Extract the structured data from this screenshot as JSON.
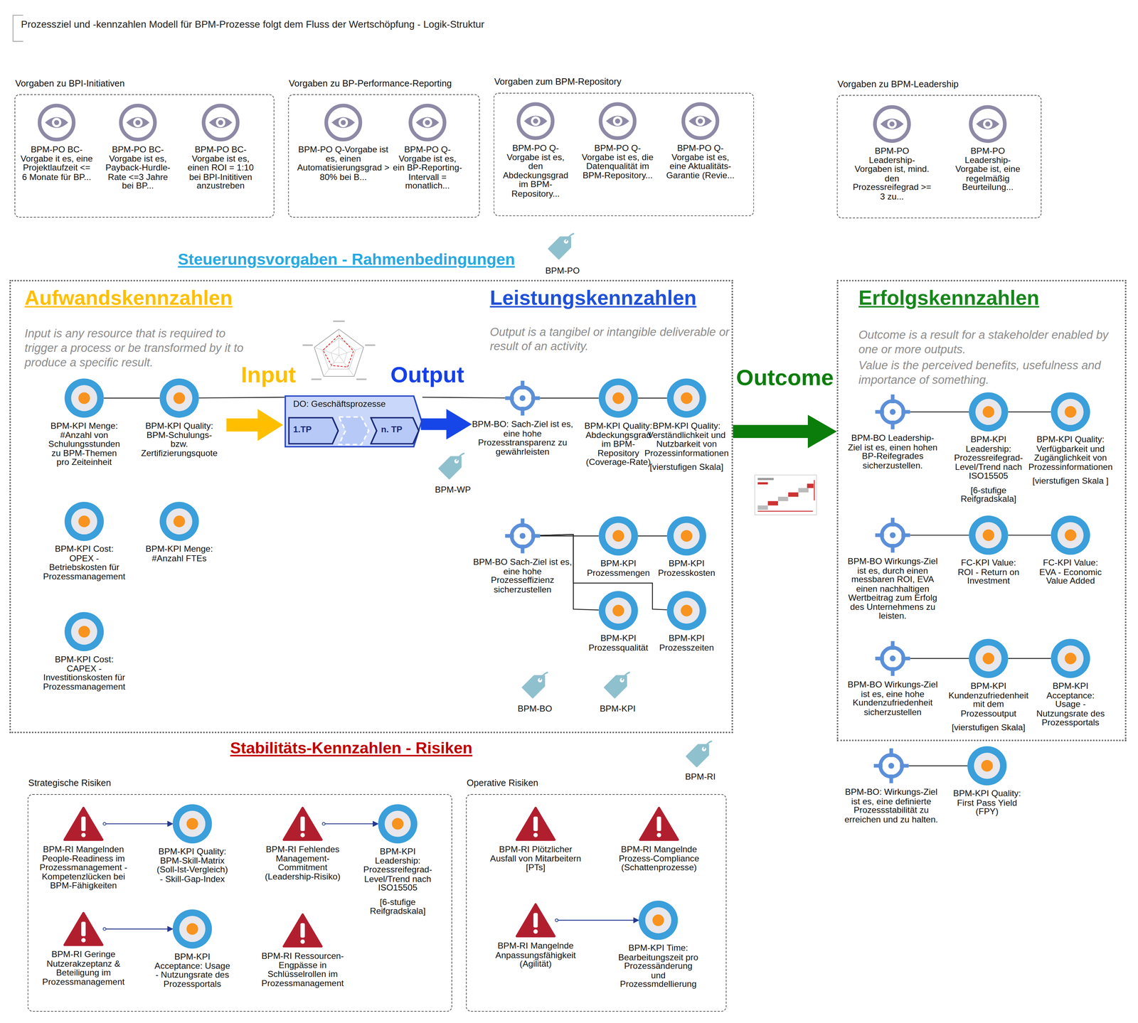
{
  "diagram": {
    "title": "Prozessziel und -kennzahlen Modell für BPM-Prozesse folgt dem Fluss der Wertschöpfung - Logik-Struktur",
    "nodes": [
      {
        "text": [
          "Vorgaben zu BPI-Initiativen"
        ]
      },
      {
        "text": [
          "BPM-PO BC-Vorgabe it es, eine Projektlaufzeit <= 6 Monate für BP..."
        ],
        "in": 0
      },
      {
        "text": [
          "BPM-PO BC-Vorgabe ist es, Payback-Hurdle-Rate <=3 Jahre bei BP..."
        ],
        "in": 0
      },
      {
        "text": [
          "BPM-PO BC-Vorgabe ist es, einen ROI = 1:10 bei BPI-Inititiven anzustreben"
        ],
        "in": 0
      },
      {
        "text": [
          "Vorgaben zu BP-Performance-Reporting"
        ]
      },
      {
        "text": [
          "BPM-PO Q-Vorgabe ist es, einen Automatisierungsgrad > 80% bei B..."
        ],
        "in": 4
      },
      {
        "text": [
          "BPM-PO Q-Vorgabe ist es, ein BP-Reporting-Intervall = monatlich..."
        ],
        "in": 4
      },
      {
        "text": [
          "Vorgaben zum BPM-Repository"
        ]
      },
      {
        "text": [
          "BPM-PO Q-Vorgabe ist es, den Abdeckungsgrad im BPM-Repository..."
        ],
        "in": 7
      },
      {
        "text": [
          "BPM-PO Q-Vorgabe ist es, die Datenqualität im BPM-Repository..."
        ],
        "in": 7
      },
      {
        "text": [
          "BPM-PO Q-Vorgabe ist es, eine Aktualitäts-Garantie (Revie..."
        ],
        "in": 7
      },
      {
        "text": [
          "Vorgaben zu BPM-Leadership"
        ]
      },
      {
        "text": [
          "BPM-PO Leadership-Vorgaben ist, mind. den Prozessreifegrad >= 3 zu..."
        ],
        "in": 11
      },
      {
        "text": [
          "BPM-PO Leadership-Vorgabe ist, eine regelmäßig Beurteilung..."
        ],
        "in": 11
      },
      {
        "text": [
          "Steuerungsvorgaben - Rahmenbedingungen",
          "Aufwandskennzahlen",
          "Input is any resource that is required to trigger a process or be transformed by it to produce a specific result.",
          "Leistungskennzahlen",
          "Output is a tangibel or intangible deliverable or result of an activity."
        ]
      },
      {
        "text": [
          "BPM-KPI Menge: #Anzahl von Schulungsstunden zu BPM-Themen pro Zeiteinheit"
        ],
        "in": 14
      },
      {
        "text": [
          "BPM-KPI Quality: BPM-Schulungs-bzw. Zertifizierungsquote"
        ],
        "in": 14
      },
      {
        "text": [
          "BPM-KPI Cost: OPEX - Betriebskosten für Prozessmanagement"
        ],
        "in": 14
      },
      {
        "text": [
          "BPM-KPI Menge: #Anzahl FTEs"
        ],
        "in": 14
      },
      {
        "text": [
          "BPM-KPI Cost: CAPEX - Investitionskosten für Prozessmanagement"
        ],
        "in": 14
      },
      {
        "text": [
          "DO: Geschäftsprozesse"
        ],
        "in": 14
      },
      {
        "text": [
          "1.TP"
        ],
        "in": 20
      },
      {
        "text": [
          "n. TP"
        ],
        "in": 20
      },
      {
        "text": [
          "BPM-BO: Sach-Ziel ist es, eine hohe Prozesstransparenz zu gewährleisten"
        ],
        "in": 14
      },
      {
        "text": [
          "BPM-KPI Quality: Abdeckungsgrad im BPM-Repository (Coverage-Rate)"
        ],
        "in": 14
      },
      {
        "text": [
          "BPM-KPI Quality: Verständlichkeit und Nutzbarkeit von Prozessinformationen",
          "[vierstufigen Skala]"
        ],
        "in": 14
      },
      {
        "text": [
          "BPM-BO Sach-Ziel ist es, eine hohe Prozesseffizienz sicherzustellen"
        ],
        "in": 14
      },
      {
        "text": [
          "BPM-KPI Prozessmengen"
        ],
        "in": 14
      },
      {
        "text": [
          "BPM-KPI Prozesskosten"
        ],
        "in": 14
      },
      {
        "text": [
          "BPM-KPI Prozessqualität"
        ],
        "in": 14
      },
      {
        "text": [
          "BPM-KPI Prozesszeiten"
        ],
        "in": 14
      },
      {
        "text": [
          "Erfolgskennzahlen",
          "Outcome is a result for a stakeholder enabled by one or more outputs.",
          "Value is the perceived benefits, usefulness and importance of something."
        ]
      },
      {
        "text": [
          "BPM-BO Leadership-Ziel ist es, einen hohen BP-Reifegrades sicherzustellen."
        ],
        "in": 31
      },
      {
        "text": [
          "BPM-KPI Leadership: Prozessreifegrad-Level/Trend nach ISO15505",
          "[6-stufige Reifgradskala]"
        ],
        "in": 31
      },
      {
        "text": [
          "BPM-KPI Quality: Verfügbarkeit und Zugänglichkeit von Prozessinformationen",
          "[vierstufigen Skala ]"
        ],
        "in": 31
      },
      {
        "text": [
          "BPM-BO Wirkungs-Ziel ist es, durch einen messbaren ROI, EVA einen nachhaltigen Wertbeitrag zum Erfolg des Unternehmens zu leisten."
        ],
        "in": 31
      },
      {
        "text": [
          "FC-KPI Value: ROI - Return on Investment"
        ],
        "in": 31
      },
      {
        "text": [
          "FC-KPI Value: EVA - Economic Value Added"
        ],
        "in": 31
      },
      {
        "text": [
          "BPM-BO Wirkungs-Ziel ist es, eine hohe Kundenzufriedenheit sicherzustellen"
        ],
        "in": 31
      },
      {
        "text": [
          "BPM-KPI Kundenzufriedenheit mit dem Prozessoutput",
          "[vierstufigen Skala]"
        ],
        "in": 31
      },
      {
        "text": [
          "BPM-KPI Acceptance: Usage - Nutzungsrate des Prozessportals"
        ],
        "in": 31
      },
      {
        "text": [
          "BPM-BO: Wirkungs-Ziel ist es, eine definierte Prozessstabilität zu erreichen und zu halten."
        ]
      },
      {
        "text": [
          "BPM-KPI Quality: First Pass Yield (FPY)"
        ]
      },
      {
        "text": [
          "Strategische Risiken"
        ]
      },
      {
        "text": [
          "BPM-RI Mangelnden People-Readiness im Prozessmanagement - Kompetenzlücken bei BPM-Fähigkeiten"
        ],
        "in": 43
      },
      {
        "text": [
          "BPM-KPI Quality: BPM-Skill-Matrix (Soll-Ist-Vergleich) - Skill-Gap-Index"
        ],
        "in": 43
      },
      {
        "text": [
          "BPM-RI Fehlendes Management-Commitment (Leadership-Risiko)"
        ],
        "in": 43
      },
      {
        "text": [
          "BPM-KPI Leadership: Prozessreifegrad-Level/Trend nach ISO15505",
          "[6-stufige Reifgradskala]"
        ],
        "in": 43
      },
      {
        "text": [
          "BPM-RI Geringe Nutzerakzeptanz & Beteiligung im Prozessmanagement"
        ],
        "in": 43
      },
      {
        "text": [
          "BPM-KPI Acceptance: Usage - Nutzungsrate des Prozessportals"
        ],
        "in": 43
      },
      {
        "text": [
          "BPM-RI Ressourcen-Engpässe in Schlüsselrollen im Prozessmanagement"
        ],
        "in": 43
      },
      {
        "text": [
          "Operative Risiken"
        ]
      },
      {
        "text": [
          "BPM-RI Plötzlicher Ausfall von Mitarbeitern [PTs]"
        ],
        "in": 51
      },
      {
        "text": [
          "BPM-RI Mangelnde Prozess-Compliance (Schattenprozesse)"
        ],
        "in": 51
      },
      {
        "text": [
          "BPM-RI Mangelnde Anpassungsfähigkeit (Agilität)"
        ],
        "in": 51
      },
      {
        "text": [
          "BPM-KPI Time: Bearbeitungszeit pro Prozessänderung und Prozessmdellierung"
        ],
        "in": 51
      }
    ],
    "edges": [
      {
        "from": 15,
        "to": 16,
        "arrow": "none"
      },
      {
        "from": 16,
        "to": 20,
        "arrow": "none"
      },
      {
        "from": 20,
        "to": 23,
        "arrow": "none"
      },
      {
        "from": 23,
        "to": 24,
        "arrow": "none"
      },
      {
        "from": 24,
        "to": 25,
        "arrow": "none"
      },
      {
        "from": 26,
        "to": 27,
        "arrow": "none"
      },
      {
        "from": 27,
        "to": 28,
        "arrow": "none"
      },
      {
        "from": 26,
        "to": 29,
        "arrow": "none"
      },
      {
        "from": 26,
        "to": 30,
        "arrow": "none"
      },
      {
        "from": 14,
        "to": 31,
        "label": "Outcome",
        "arrow": "to"
      },
      {
        "from": 32,
        "to": 33,
        "arrow": "none"
      },
      {
        "from": 33,
        "to": 34,
        "arrow": "none"
      },
      {
        "from": 35,
        "to": 36,
        "arrow": "none"
      },
      {
        "from": 36,
        "to": 37,
        "arrow": "none"
      },
      {
        "from": 38,
        "to": 39,
        "arrow": "none"
      },
      {
        "from": 39,
        "to": 40,
        "arrow": "none"
      },
      {
        "from": 41,
        "to": 42,
        "arrow": "none"
      },
      {
        "from": 44,
        "to": 45,
        "arrow": "to"
      },
      {
        "from": 46,
        "to": 47,
        "arrow": "to"
      },
      {
        "from": 48,
        "to": 49,
        "arrow": "to"
      },
      {
        "from": 54,
        "to": 55,
        "arrow": "to"
      }
    ],
    "labels": [
      "BPM-PO",
      "Input",
      "Output",
      "BPM-WP",
      "BPM-BO",
      "BPM-KPI",
      "Stabilitäts-Kennzahlen - Risiken",
      "BPM-RI"
    ]
  }
}
